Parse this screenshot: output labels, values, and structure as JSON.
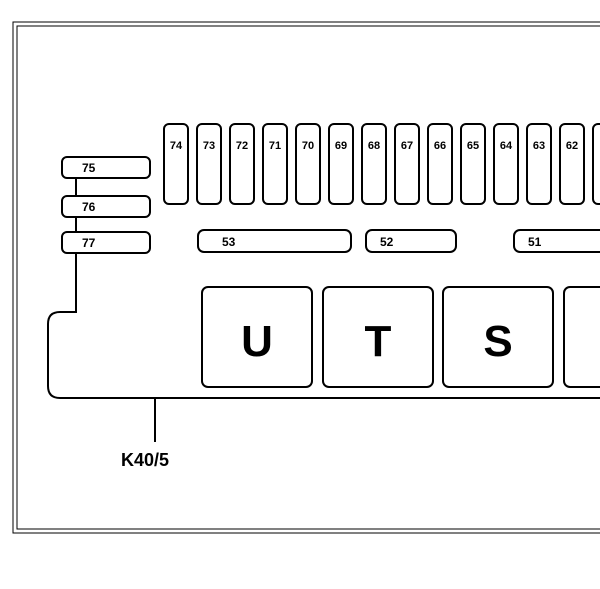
{
  "vertical_fuses": [
    "74",
    "73",
    "72",
    "71",
    "70",
    "69",
    "68",
    "67",
    "66",
    "65",
    "64",
    "63",
    "62"
  ],
  "left_fuses": [
    "75",
    "76",
    "77"
  ],
  "horizontal_fuses": [
    "53",
    "52",
    "51"
  ],
  "relays": [
    "U",
    "T",
    "S"
  ],
  "component_label": "K40/5",
  "colors": {
    "stroke": "#000000",
    "background": "#ffffff"
  }
}
